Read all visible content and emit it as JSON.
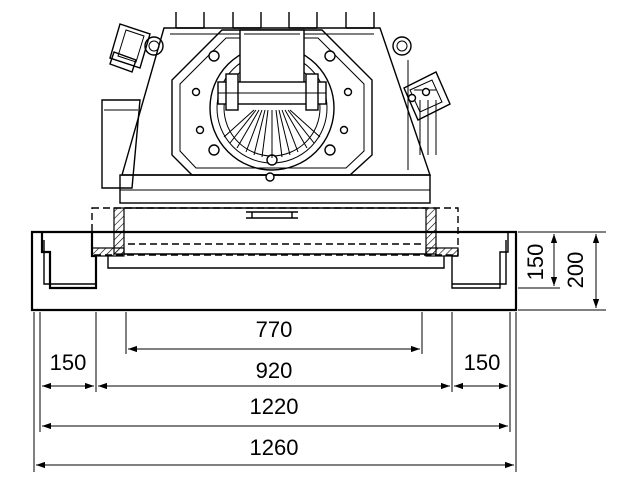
{
  "diagram": {
    "dimensions": {
      "d770": "770",
      "d920": "920",
      "d150_left": "150",
      "d150_right": "150",
      "d1220": "1220",
      "d1260": "1260",
      "h150": "150",
      "h200": "200"
    }
  }
}
